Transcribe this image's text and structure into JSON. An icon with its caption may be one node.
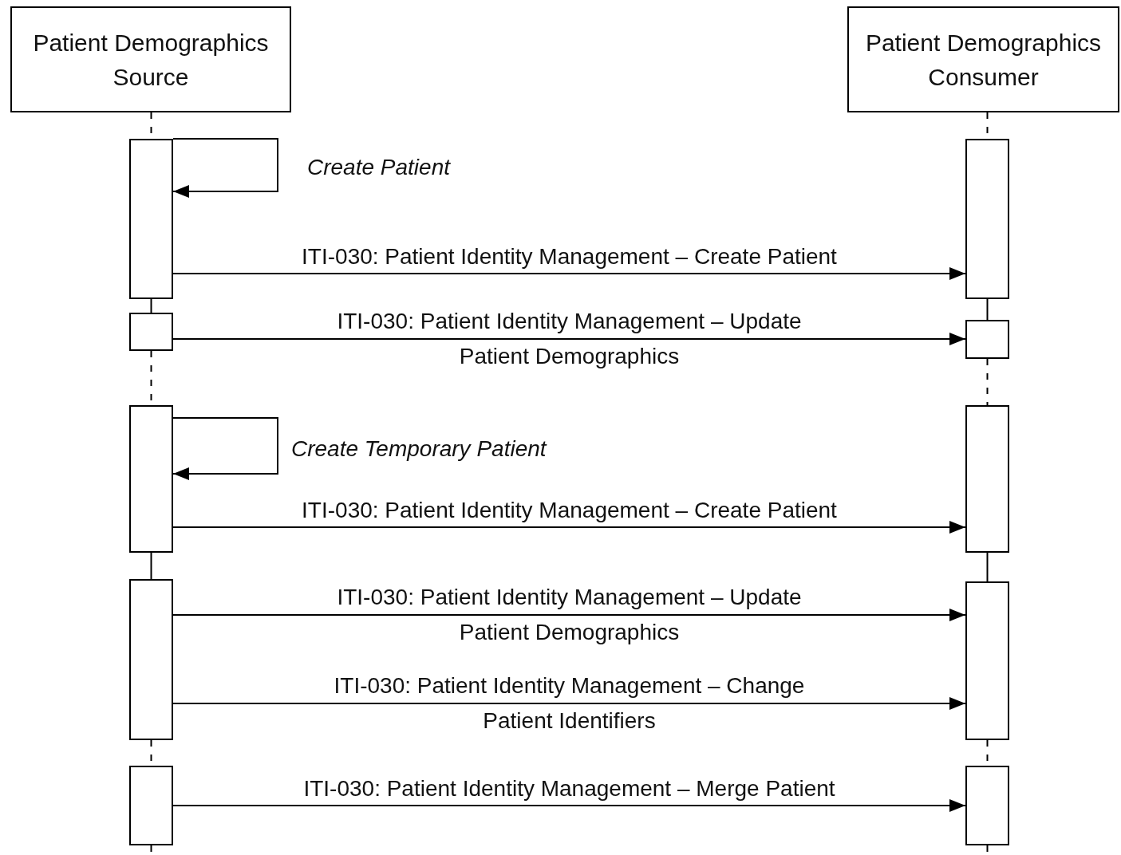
{
  "diagram": {
    "nodes": [
      {
        "text": [
          "Patient Demographics Source"
        ]
      },
      {
        "text": [
          "Patient Demographics Consumer"
        ]
      },
      {
        "text": [],
        "shape": "bar"
      },
      {
        "text": [],
        "shape": "bar"
      },
      {
        "text": [],
        "shape": "bar"
      },
      {
        "text": [],
        "shape": "bar"
      },
      {
        "text": [],
        "shape": "bar"
      },
      {
        "text": [],
        "shape": "bar"
      },
      {
        "text": [],
        "shape": "bar"
      },
      {
        "text": [],
        "shape": "bar"
      },
      {
        "text": [],
        "shape": "bar"
      },
      {
        "text": [],
        "shape": "bar"
      }
    ],
    "edges": [
      {
        "from": 2,
        "to": 2,
        "arrow": "to",
        "label": "Create Patient"
      },
      {
        "from": 2,
        "to": 7,
        "arrow": "to",
        "label": "ITI-030: Patient Identity Management – Create Patient"
      },
      {
        "from": 3,
        "to": 8,
        "arrow": "to",
        "label": "ITI-030: Patient Identity Management – Update Patient Demographics"
      },
      {
        "from": 4,
        "to": 4,
        "arrow": "to",
        "label": "Create Temporary Patient"
      },
      {
        "from": 4,
        "to": 9,
        "arrow": "to",
        "label": "ITI-030: Patient Identity Management – Create Patient"
      },
      {
        "from": 5,
        "to": 10,
        "arrow": "to",
        "label": "ITI-030: Patient Identity Management – Update Patient Demographics"
      },
      {
        "from": 5,
        "to": 10,
        "arrow": "to",
        "label": "ITI-030: Patient Identity Management – Change Patient Identifiers"
      },
      {
        "from": 6,
        "to": 11,
        "arrow": "to",
        "label": "ITI-030: Patient Identity Management – Merge Patient"
      },
      {
        "from": 0,
        "to": 2,
        "arrow": "none",
        "style": "dashed"
      },
      {
        "from": 2,
        "to": 3,
        "arrow": "none"
      },
      {
        "from": 3,
        "to": 4,
        "arrow": "none",
        "style": "dashed"
      },
      {
        "from": 4,
        "to": 5,
        "arrow": "none"
      },
      {
        "from": 5,
        "to": 6,
        "arrow": "none",
        "style": "dashed"
      },
      {
        "from": 6,
        "to": null,
        "arrow": "none",
        "style": "dashed"
      },
      {
        "from": 1,
        "to": 7,
        "arrow": "none",
        "style": "dashed"
      },
      {
        "from": 7,
        "to": 8,
        "arrow": "none"
      },
      {
        "from": 8,
        "to": 9,
        "arrow": "none",
        "style": "dashed"
      },
      {
        "from": 9,
        "to": 10,
        "arrow": "none"
      },
      {
        "from": 10,
        "to": 11,
        "arrow": "none",
        "style": "dashed"
      },
      {
        "from": 11,
        "to": null,
        "arrow": "none",
        "style": "dashed"
      }
    ]
  }
}
